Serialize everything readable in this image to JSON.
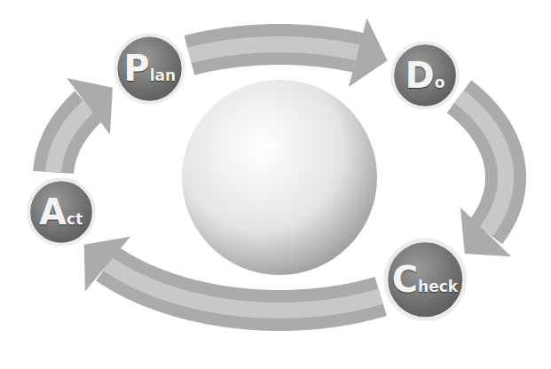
{
  "diagram": {
    "nodes": [
      {
        "text": [
          "Plan"
        ]
      },
      {
        "text": [
          "Do"
        ]
      },
      {
        "text": [
          "Check"
        ]
      },
      {
        "text": [
          "Act"
        ]
      }
    ],
    "edges": [
      {
        "from": 0,
        "to": 1,
        "arrow": "to"
      },
      {
        "from": 1,
        "to": 2,
        "arrow": "to"
      },
      {
        "from": 2,
        "to": 3,
        "arrow": "to"
      },
      {
        "from": 3,
        "to": 0,
        "arrow": "to"
      }
    ]
  }
}
